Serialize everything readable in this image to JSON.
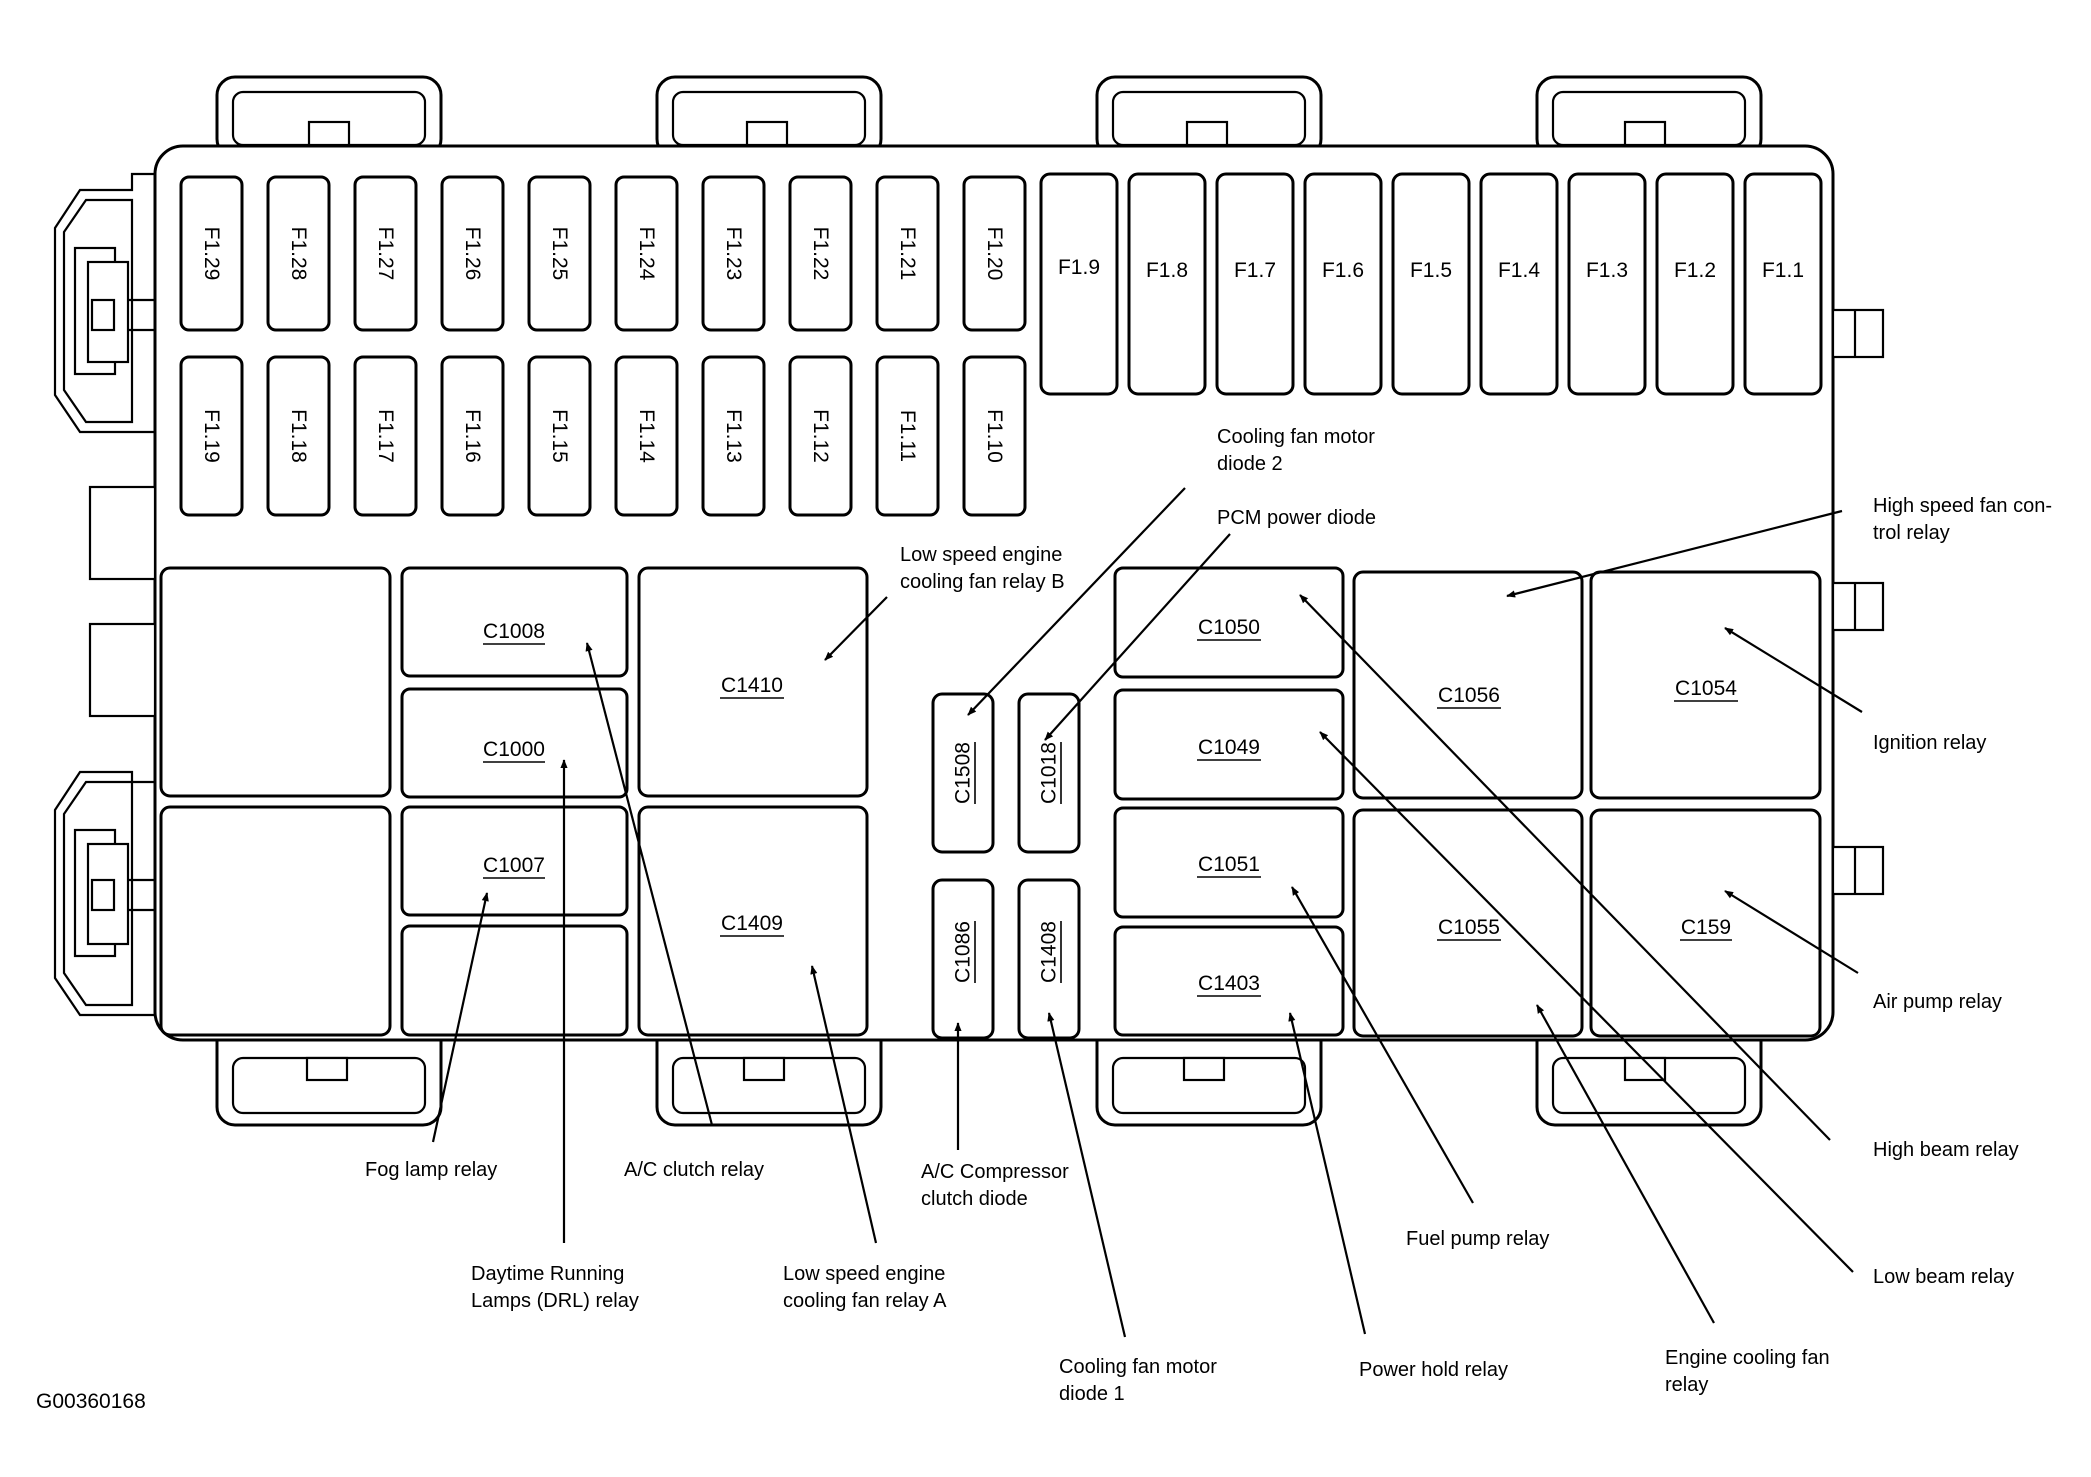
{
  "fuses_top_row": [
    "F1.29",
    "F1.28",
    "F1.27",
    "F1.26",
    "F1.25",
    "F1.24",
    "F1.23",
    "F1.22",
    "F1.21",
    "F1.20"
  ],
  "fuses_bottom_row": [
    "F1.19",
    "F1.18",
    "F1.17",
    "F1.16",
    "F1.15",
    "F1.14",
    "F1.13",
    "F1.12",
    "F1.11",
    "F1.10"
  ],
  "fuses_large": [
    "F1.9",
    "F1.8",
    "F1.7",
    "F1.6",
    "F1.5",
    "F1.4",
    "F1.3",
    "F1.2",
    "F1.1"
  ],
  "connectors": {
    "c1008": "C1008",
    "c1000": "C1000",
    "c1007": "C1007",
    "c1410": "C1410",
    "c1409": "C1409",
    "c1508": "C1508",
    "c1018": "C1018",
    "c1086": "C1086",
    "c1408": "C1408",
    "c1050": "C1050",
    "c1049": "C1049",
    "c1051": "C1051",
    "c1403": "C1403",
    "c1056": "C1056",
    "c1055": "C1055",
    "c1054": "C1054",
    "c159": "C159"
  },
  "callouts": {
    "fog_lamp_relay": "Fog lamp relay",
    "ac_clutch_relay": "A/C clutch relay",
    "drl_relay": [
      "Daytime Running",
      "Lamps (DRL) relay"
    ],
    "low_speed_fan_relay_a": [
      "Low speed engine",
      "cooling fan relay A"
    ],
    "low_speed_fan_relay_b": [
      "Low speed engine",
      "cooling fan relay B"
    ],
    "ac_compressor_clutch_diode": [
      "A/C Compressor",
      "clutch diode"
    ],
    "cooling_fan_motor_diode_1": [
      "Cooling fan motor",
      "diode 1"
    ],
    "cooling_fan_motor_diode_2": [
      "Cooling fan motor",
      "diode 2"
    ],
    "pcm_power_diode": "PCM power diode",
    "power_hold_relay": "Power hold relay",
    "fuel_pump_relay": "Fuel pump relay",
    "engine_cooling_fan_relay": [
      "Engine cooling fan",
      "relay"
    ],
    "high_speed_fan_control_relay": [
      "High speed fan con-",
      "trol relay"
    ],
    "ignition_relay": "Ignition relay",
    "air_pump_relay": "Air pump relay",
    "high_beam_relay": "High beam relay",
    "low_beam_relay": "Low beam relay"
  },
  "figure_id": "G00360168"
}
